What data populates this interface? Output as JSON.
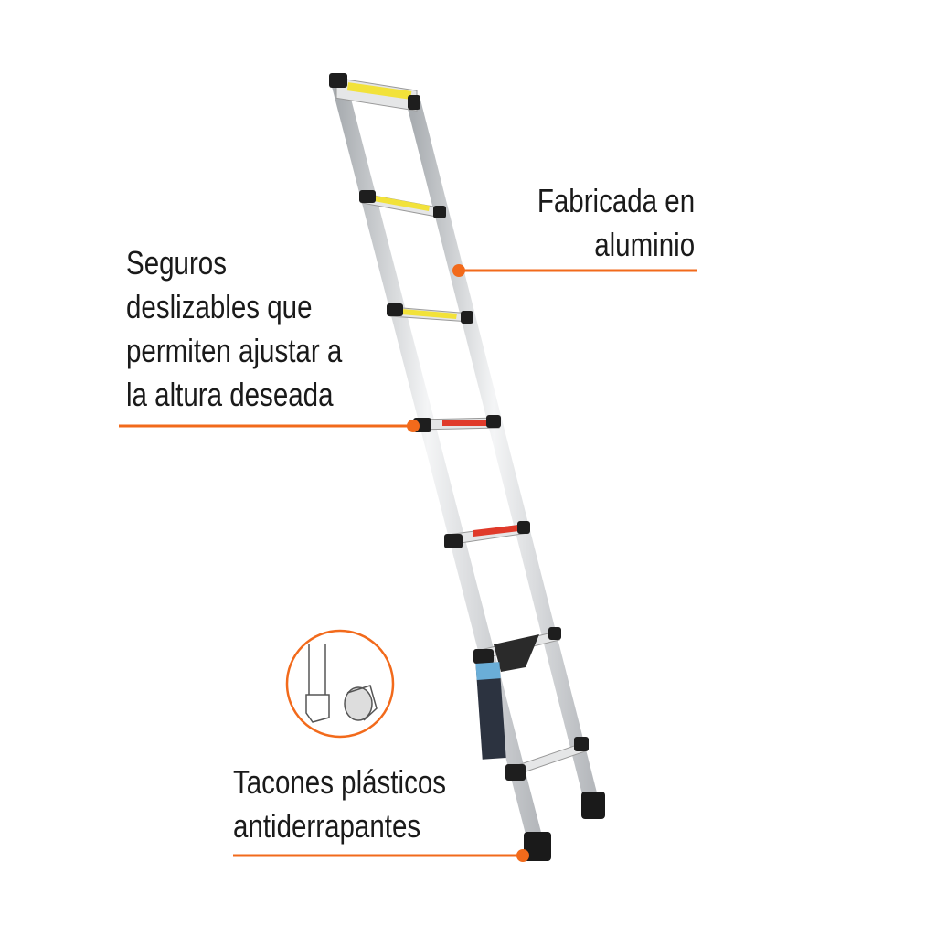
{
  "callouts": {
    "material": {
      "line1": "Fabricada en",
      "line2": "aluminio"
    },
    "locks": {
      "line1": "Seguros",
      "line2": "deslizables que",
      "line3": "permiten ajustar a",
      "line4": "la altura deseada"
    },
    "feet": {
      "line1": "Tacones plásticos",
      "line2": "antiderrapantes"
    }
  },
  "colors": {
    "accent": "#f26a1b",
    "rail": "#d9dcdf",
    "cap": "#1e1e1e",
    "warning_yellow": "#f2e23a",
    "warning_red": "#e03a2a"
  }
}
